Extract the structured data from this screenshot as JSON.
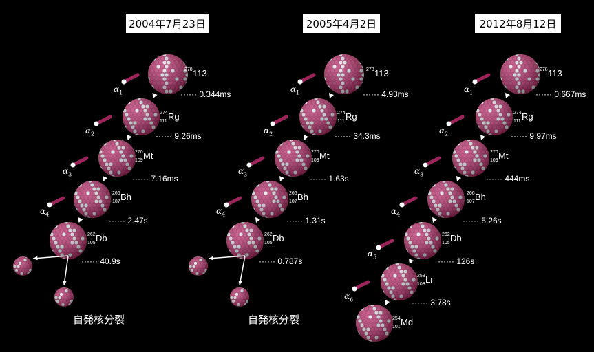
{
  "columns": [
    {
      "date": "2004年7月23日",
      "fission_label": "自発核分裂",
      "steps": [
        {
          "mass": "278",
          "z": "",
          "sym": "113",
          "time": "0.344ms",
          "alpha": "α",
          "alpha_idx": "1"
        },
        {
          "mass": "274",
          "z": "111",
          "sym": "Rg",
          "time": "9.26ms",
          "alpha": "α",
          "alpha_idx": "2"
        },
        {
          "mass": "270",
          "z": "109",
          "sym": "Mt",
          "time": "7.16ms",
          "alpha": "α",
          "alpha_idx": "3"
        },
        {
          "mass": "266",
          "z": "107",
          "sym": "Bh",
          "time": "2.47s",
          "alpha": "α",
          "alpha_idx": "4"
        },
        {
          "mass": "262",
          "z": "105",
          "sym": "Db",
          "time": "40.9s"
        }
      ]
    },
    {
      "date": "2005年4月2日",
      "fission_label": "自発核分裂",
      "steps": [
        {
          "mass": "278",
          "z": "",
          "sym": "113",
          "time": "4.93ms",
          "alpha": "α",
          "alpha_idx": "1"
        },
        {
          "mass": "274",
          "z": "111",
          "sym": "Rg",
          "time": "34.3ms",
          "alpha": "α",
          "alpha_idx": "2"
        },
        {
          "mass": "270",
          "z": "109",
          "sym": "Mt",
          "time": "1.63s",
          "alpha": "α",
          "alpha_idx": "3"
        },
        {
          "mass": "266",
          "z": "107",
          "sym": "Bh",
          "time": "1.31s",
          "alpha": "α",
          "alpha_idx": "4"
        },
        {
          "mass": "262",
          "z": "105",
          "sym": "Db",
          "time": "0.787s"
        }
      ]
    },
    {
      "date": "2012年8月12日",
      "steps": [
        {
          "mass": "278",
          "z": "",
          "sym": "113",
          "time": "0.667ms",
          "alpha": "α",
          "alpha_idx": "1"
        },
        {
          "mass": "274",
          "z": "111",
          "sym": "Rg",
          "time": "9.97ms",
          "alpha": "α",
          "alpha_idx": "2"
        },
        {
          "mass": "270",
          "z": "109",
          "sym": "Mt",
          "time": "444ms",
          "alpha": "α",
          "alpha_idx": "3"
        },
        {
          "mass": "266",
          "z": "107",
          "sym": "Bh",
          "time": "5.26s",
          "alpha": "α",
          "alpha_idx": "4"
        },
        {
          "mass": "262",
          "z": "105",
          "sym": "Db",
          "time": "126s",
          "alpha": "α",
          "alpha_idx": "5"
        },
        {
          "mass": "258",
          "z": "103",
          "sym": "Lr",
          "time": "3.78s",
          "alpha": "α",
          "alpha_idx": "6"
        },
        {
          "mass": "254",
          "z": "101",
          "sym": "Md",
          "time": ""
        }
      ]
    }
  ],
  "colors": {
    "nucleus_pink": "#c0306e",
    "nucleus_white": "#e8e8ef",
    "background": "#000000"
  }
}
